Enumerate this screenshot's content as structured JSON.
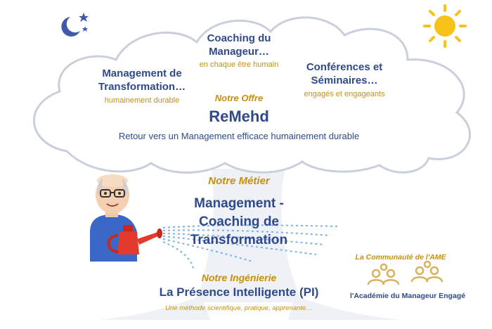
{
  "offer": {
    "coaching_title_1": "Coaching du",
    "coaching_title_2": "Manageur…",
    "coaching_sub": "en chaque être humain",
    "mgmt_title_1": "Management de",
    "mgmt_title_2": "Transformation…",
    "mgmt_sub": "humainement durable",
    "conf_title_1": "Conférences et",
    "conf_title_2": "Séminaires…",
    "conf_sub": "engagés et engageants",
    "label": "Notre Offre",
    "name": "ReMehd",
    "tagline": "Retour vers un Management efficace humainement durable"
  },
  "metier": {
    "label": "Notre Métier",
    "line_1": "Management -",
    "line_2": "Coaching de",
    "line_3": "Transformation"
  },
  "ingenierie": {
    "label": "Notre Ingénierie",
    "title": "La Présence Intelligente (PI)",
    "sub": "Une méthode scientifique, pratique, apprenante…"
  },
  "communaute": {
    "label": "La Communauté de l'AME",
    "academy": "l'Académie du Manageur Engagé"
  },
  "colors": {
    "title_blue": "#2e4a8b",
    "accent_gold": "#c8900a",
    "cloud_outline": "#c9d0dc",
    "sun": "#f7c21a",
    "moon": "#3f5aa8"
  },
  "icons": [
    "moon-icon",
    "stars-icon",
    "sun-icon",
    "tree-icon",
    "person-avatar",
    "watering-can-icon",
    "community-group-icon"
  ]
}
